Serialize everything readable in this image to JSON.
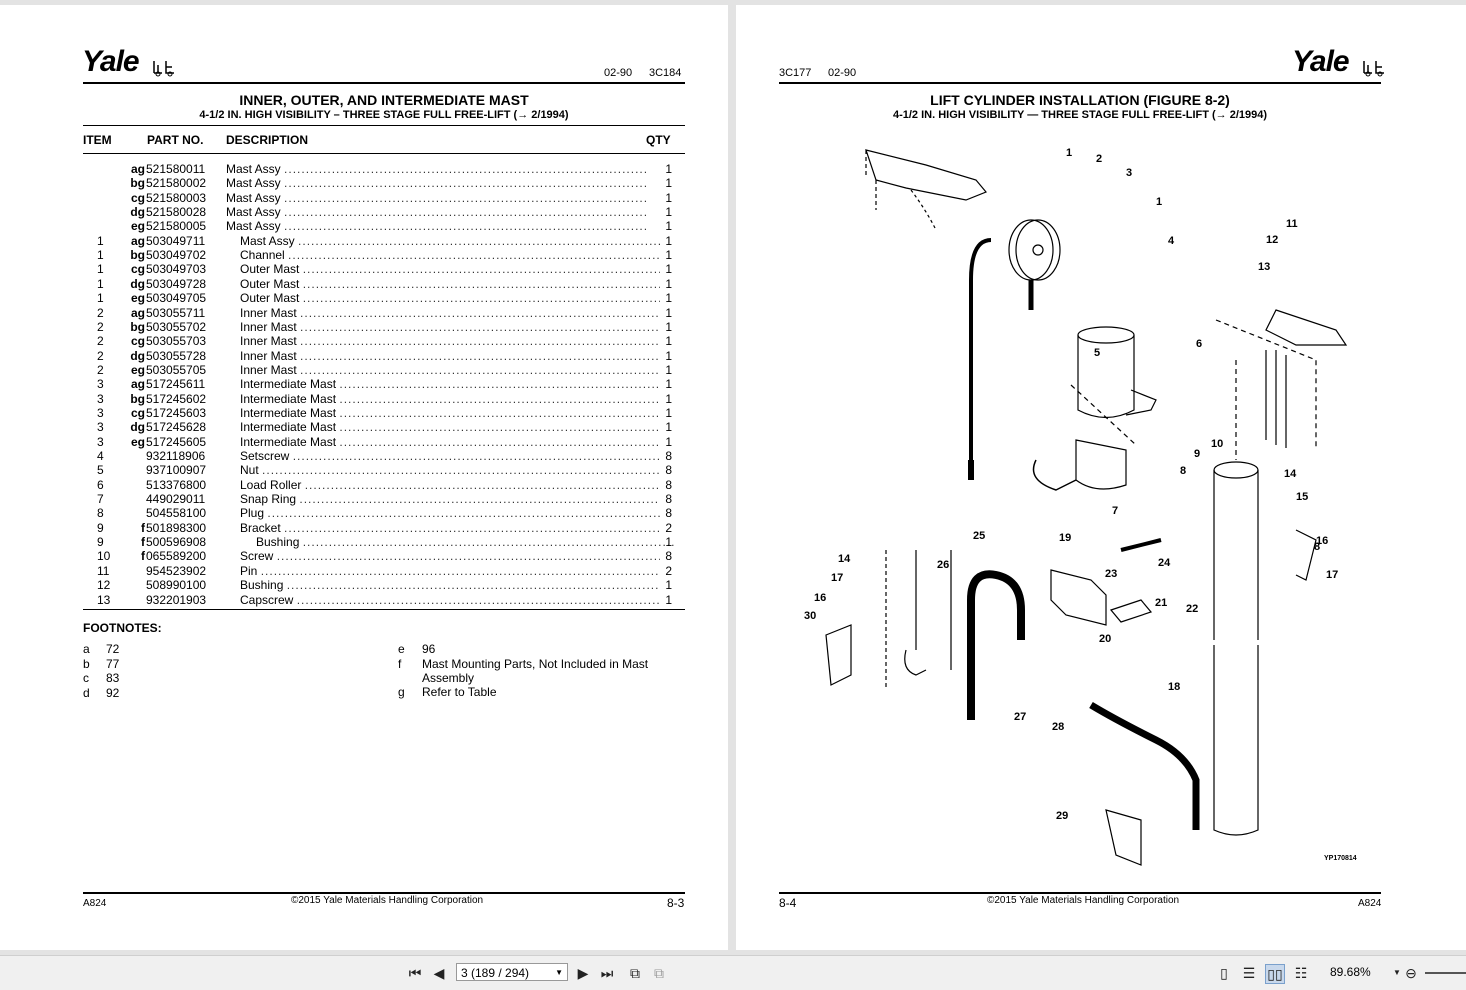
{
  "left": {
    "logo": "Yale",
    "header_date": "02-90",
    "header_code": "3C184",
    "title": "INNER, OUTER, AND INTERMEDIATE MAST",
    "subtitle": "4-1/2 IN. HIGH VISIBILITY – THREE STAGE FULL FREE-LIFT  (→ 2/1994)",
    "columns": {
      "item": "ITEM",
      "part": "PART NO.",
      "desc": "DESCRIPTION",
      "qty": "QTY"
    },
    "rows": [
      {
        "item": "",
        "pre": "ag",
        "part": "521580011",
        "desc": "Mast Assy",
        "indent": 0,
        "qty": "1"
      },
      {
        "item": "",
        "pre": "bg",
        "part": "521580002",
        "desc": "Mast Assy",
        "indent": 0,
        "qty": "1"
      },
      {
        "item": "",
        "pre": "cg",
        "part": "521580003",
        "desc": "Mast Assy",
        "indent": 0,
        "qty": "1"
      },
      {
        "item": "",
        "pre": "dg",
        "part": "521580028",
        "desc": "Mast Assy",
        "indent": 0,
        "qty": "1"
      },
      {
        "item": "",
        "pre": "eg",
        "part": "521580005",
        "desc": "Mast Assy",
        "indent": 0,
        "qty": "1"
      },
      {
        "item": "1",
        "pre": "ag",
        "part": "503049711",
        "desc": "Mast Assy",
        "indent": 1,
        "qty": "1"
      },
      {
        "item": "1",
        "pre": "bg",
        "part": "503049702",
        "desc": "Channel",
        "indent": 1,
        "qty": "1"
      },
      {
        "item": "1",
        "pre": "cg",
        "part": "503049703",
        "desc": "Outer Mast",
        "indent": 1,
        "qty": "1"
      },
      {
        "item": "1",
        "pre": "dg",
        "part": "503049728",
        "desc": "Outer Mast",
        "indent": 1,
        "qty": "1"
      },
      {
        "item": "1",
        "pre": "eg",
        "part": "503049705",
        "desc": "Outer Mast",
        "indent": 1,
        "qty": "1"
      },
      {
        "item": "2",
        "pre": "ag",
        "part": "503055711",
        "desc": "Inner Mast",
        "indent": 1,
        "qty": "1"
      },
      {
        "item": "2",
        "pre": "bg",
        "part": "503055702",
        "desc": "Inner Mast",
        "indent": 1,
        "qty": "1"
      },
      {
        "item": "2",
        "pre": "cg",
        "part": "503055703",
        "desc": "Inner Mast",
        "indent": 1,
        "qty": "1"
      },
      {
        "item": "2",
        "pre": "dg",
        "part": "503055728",
        "desc": "Inner Mast",
        "indent": 1,
        "qty": "1"
      },
      {
        "item": "2",
        "pre": "eg",
        "part": "503055705",
        "desc": "Inner Mast",
        "indent": 1,
        "qty": "1"
      },
      {
        "item": "3",
        "pre": "ag",
        "part": "517245611",
        "desc": "Intermediate Mast",
        "indent": 1,
        "qty": "1"
      },
      {
        "item": "3",
        "pre": "bg",
        "part": "517245602",
        "desc": "Intermediate Mast",
        "indent": 1,
        "qty": "1"
      },
      {
        "item": "3",
        "pre": "cg",
        "part": "517245603",
        "desc": "Intermediate Mast",
        "indent": 1,
        "qty": "1"
      },
      {
        "item": "3",
        "pre": "dg",
        "part": "517245628",
        "desc": "Intermediate Mast",
        "indent": 1,
        "qty": "1"
      },
      {
        "item": "3",
        "pre": "eg",
        "part": "517245605",
        "desc": "Intermediate Mast",
        "indent": 1,
        "qty": "1"
      },
      {
        "item": "4",
        "pre": "",
        "part": "932118906",
        "desc": "Setscrew",
        "indent": 1,
        "qty": "8"
      },
      {
        "item": "5",
        "pre": "",
        "part": "937100907",
        "desc": "Nut",
        "indent": 1,
        "qty": "8"
      },
      {
        "item": "6",
        "pre": "",
        "part": "513376800",
        "desc": "Load Roller",
        "indent": 1,
        "qty": "8"
      },
      {
        "item": "7",
        "pre": "",
        "part": "449029011",
        "desc": "Snap Ring",
        "indent": 1,
        "qty": "8"
      },
      {
        "item": "8",
        "pre": "",
        "part": "504558100",
        "desc": "Plug",
        "indent": 1,
        "qty": "8"
      },
      {
        "item": "9",
        "pre": "f",
        "part": "501898300",
        "desc": "Bracket",
        "indent": 1,
        "qty": "2"
      },
      {
        "item": "9",
        "pre": "f",
        "part": "500596908",
        "desc": "Bushing",
        "indent": 2,
        "qty": "1"
      },
      {
        "item": "10",
        "pre": "f",
        "part": "065589200",
        "desc": "Screw",
        "indent": 1,
        "qty": "8"
      },
      {
        "item": "11",
        "pre": "",
        "part": "954523902",
        "desc": "Pin",
        "indent": 1,
        "qty": "2"
      },
      {
        "item": "12",
        "pre": "",
        "part": "508990100",
        "desc": "Bushing",
        "indent": 1,
        "qty": "1"
      },
      {
        "item": "13",
        "pre": "",
        "part": "932201903",
        "desc": "Capscrew",
        "indent": 1,
        "qty": "1"
      }
    ],
    "footnotes_title": "FOOTNOTES:",
    "footnotes_left": [
      {
        "k": "a",
        "v": "72"
      },
      {
        "k": "b",
        "v": "77"
      },
      {
        "k": "c",
        "v": "83"
      },
      {
        "k": "d",
        "v": "92"
      }
    ],
    "footnotes_right": [
      {
        "k": "e",
        "v": "96"
      },
      {
        "k": "f",
        "v": "Mast Mounting Parts, Not Included in Mast Assembly"
      },
      {
        "k": "g",
        "v": "Refer to Table"
      }
    ],
    "footer_code": "A824",
    "footer_copy": "©2015 Yale Materials Handling Corporation",
    "footer_page": "8-3"
  },
  "right": {
    "logo": "Yale",
    "header_code": "3C177",
    "header_date": "02-90",
    "title": "LIFT CYLINDER INSTALLATION (FIGURE 8-2)",
    "subtitle": "4-1/2 IN. HIGH VISIBILITY — THREE STAGE FULL FREE-LIFT  (→ 2/1994)",
    "figure_id": "YP170814",
    "callouts": [
      "1",
      "2",
      "3",
      "1",
      "4",
      "5",
      "6",
      "7",
      "8",
      "9",
      "10",
      "11",
      "12",
      "13",
      "14",
      "15",
      "16",
      "17",
      "8",
      "14",
      "17",
      "16",
      "30",
      "26",
      "25",
      "19",
      "23",
      "24",
      "21",
      "22",
      "20",
      "27",
      "28",
      "18",
      "29"
    ],
    "footer_page": "8-4",
    "footer_copy": "©2015 Yale Materials Handling Corporation",
    "footer_code": "A824"
  },
  "toolbar": {
    "page_indicator": "3 (189 / 294)",
    "zoom": "89.68%",
    "icons": [
      "first-page-icon",
      "prev-page-icon",
      "next-page-icon",
      "last-page-icon",
      "prev-view-icon",
      "next-view-icon",
      "single-page-icon",
      "continuous-page-icon",
      "facing-page-icon",
      "continuous-facing-icon",
      "zoom-out-icon",
      "zoom-slider"
    ]
  }
}
